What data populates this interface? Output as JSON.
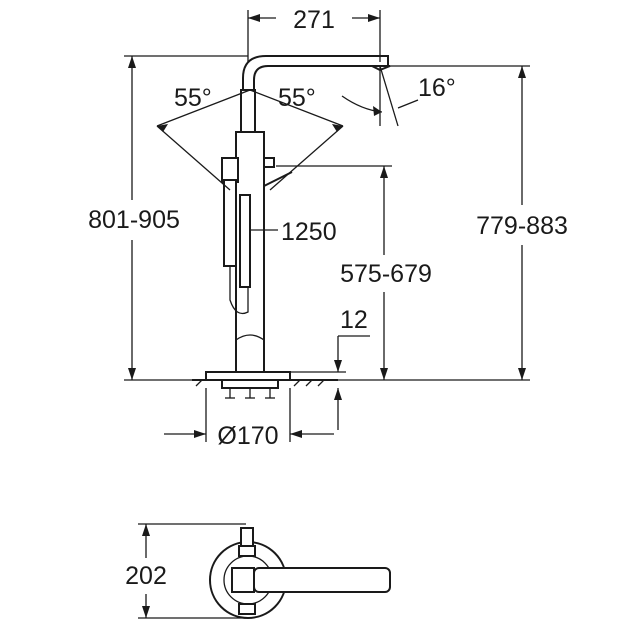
{
  "dimensions": {
    "spout_reach": "271",
    "swivel_left": "55°",
    "swivel_right": "55°",
    "spout_angle": "16°",
    "total_height": "801-905",
    "spout_height": "779-883",
    "hose_length": "1250",
    "outlet_height": "575-679",
    "floor_offset": "12",
    "base_diameter": "Ø170",
    "plan_depth": "202"
  }
}
